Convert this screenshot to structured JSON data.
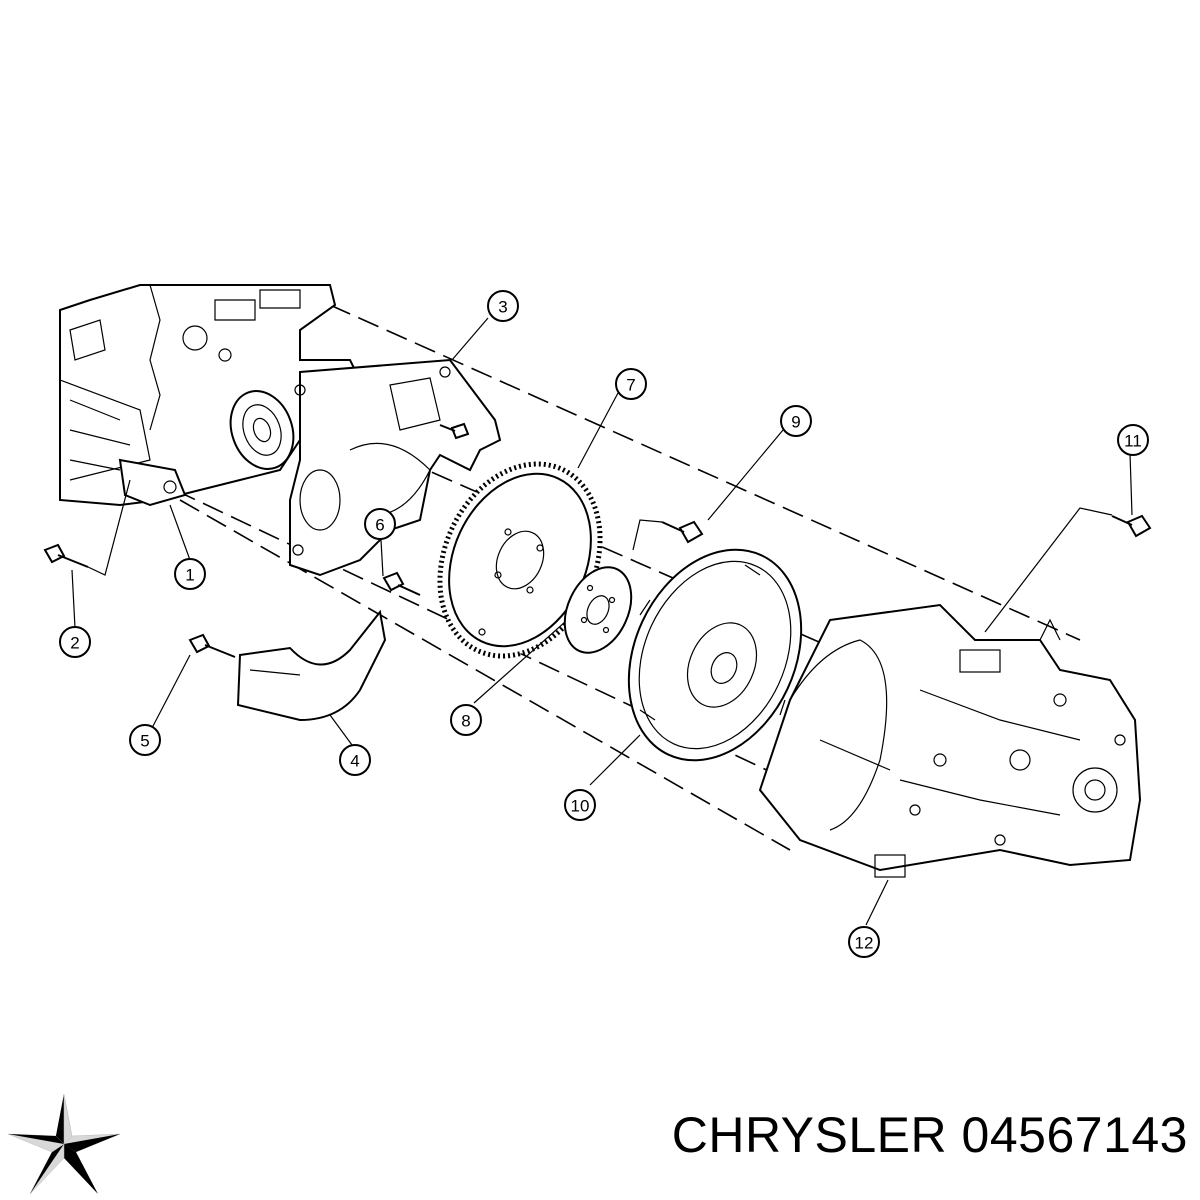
{
  "callouts": [
    {
      "id": "1",
      "label": "1"
    },
    {
      "id": "2",
      "label": "2"
    },
    {
      "id": "3",
      "label": "3"
    },
    {
      "id": "4",
      "label": "4"
    },
    {
      "id": "5",
      "label": "5"
    },
    {
      "id": "6",
      "label": "6"
    },
    {
      "id": "7",
      "label": "7"
    },
    {
      "id": "8",
      "label": "8"
    },
    {
      "id": "9",
      "label": "9"
    },
    {
      "id": "10",
      "label": "10"
    },
    {
      "id": "11",
      "label": "11"
    },
    {
      "id": "12",
      "label": "12"
    }
  ],
  "footer": {
    "brand": "CHRYSLER",
    "part_number": "04567143",
    "logo_icon": "chrysler-pentastar-icon"
  },
  "colors": {
    "ink": "#000000",
    "paper": "#ffffff",
    "logo_light": "#d8d8d8"
  }
}
